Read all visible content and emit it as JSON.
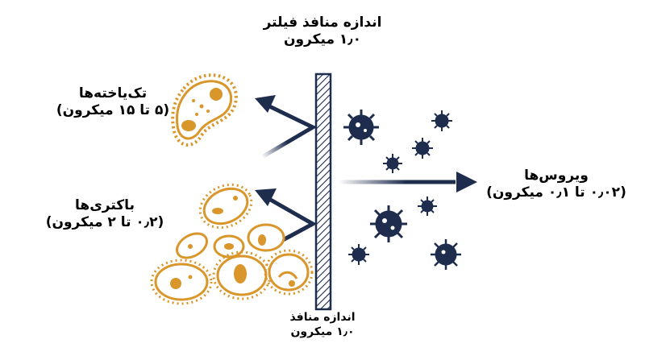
{
  "filter": {
    "top_title": "اندازه منافذ فیلتر",
    "top_size": "۱٫۰ میکرون",
    "bottom_title": "اندازه منافذ",
    "bottom_size": "۱٫۰ میکرون"
  },
  "organisms": {
    "protozoa": {
      "name": "تک‌یاخته‌ها",
      "size": "(۵ تا ۱۵ میکرون)"
    },
    "bacteria": {
      "name": "باکتری‌ها",
      "size": "(۰٫۲ تا ۲ میکرون)"
    },
    "viruses": {
      "name": "ویروس‌ها",
      "size": "(۰٫۰۲ تا ۰٫۱ میکرون)"
    }
  },
  "colors": {
    "microbe": "#d9962b",
    "navy": "#1e2c4d",
    "background": "#ffffff"
  },
  "icons": [
    "filter-membrane-icon",
    "protozoa-icon",
    "bacteria-icon",
    "virus-icon",
    "arrow-icon"
  ]
}
